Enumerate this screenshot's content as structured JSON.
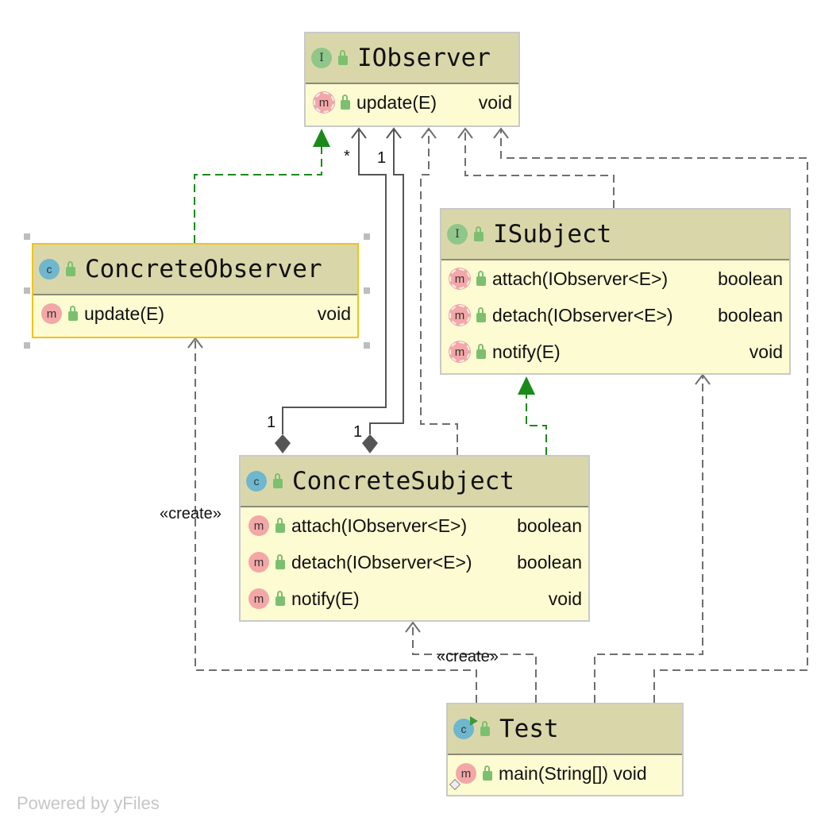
{
  "diagram": {
    "nodes": {
      "iobserver": {
        "kind_icon": "interface-icon",
        "kind_letter": "I",
        "name": "IObserver",
        "methods": [
          {
            "letter": "m",
            "signature": "update(E)",
            "return_type": "void"
          }
        ]
      },
      "concrete_observer": {
        "kind_icon": "class-icon",
        "kind_letter": "c",
        "name": "ConcreteObserver",
        "methods": [
          {
            "letter": "m",
            "signature": "update(E)",
            "return_type": "void"
          }
        ]
      },
      "isubject": {
        "kind_icon": "interface-icon",
        "kind_letter": "I",
        "name": "ISubject",
        "methods": [
          {
            "letter": "m",
            "signature": "attach(IObserver<E>)",
            "return_type": "boolean"
          },
          {
            "letter": "m",
            "signature": "detach(IObserver<E>)",
            "return_type": "boolean"
          },
          {
            "letter": "m",
            "signature": "notify(E)",
            "return_type": "void"
          }
        ]
      },
      "concrete_subject": {
        "kind_icon": "class-icon",
        "kind_letter": "c",
        "name": "ConcreteSubject",
        "methods": [
          {
            "letter": "m",
            "signature": "attach(IObserver<E>)",
            "return_type": "boolean"
          },
          {
            "letter": "m",
            "signature": "detach(IObserver<E>)",
            "return_type": "boolean"
          },
          {
            "letter": "m",
            "signature": "notify(E)",
            "return_type": "void"
          }
        ]
      },
      "test": {
        "kind_icon": "runnable-class-icon",
        "kind_letter": "c",
        "name": "Test",
        "methods": [
          {
            "letter": "m",
            "signature": "main(String[]) void",
            "return_type": ""
          }
        ]
      }
    },
    "edge_labels": {
      "multiplicity_many": "*",
      "multiplicity_one_a": "1",
      "multiplicity_one_b": "1",
      "multiplicity_one_c": "1",
      "create_observer": "«create»",
      "create_subject": "«create»"
    },
    "colors": {
      "realization_edge": "#1a8a1a",
      "dependency_edge": "#6e6e6e",
      "composition_edge": "#555555",
      "header_fill": "#d9d7aa",
      "body_fill": "#fdfbd2",
      "selection": "#f0c419"
    }
  },
  "footer": {
    "text": "Powered by yFiles"
  }
}
